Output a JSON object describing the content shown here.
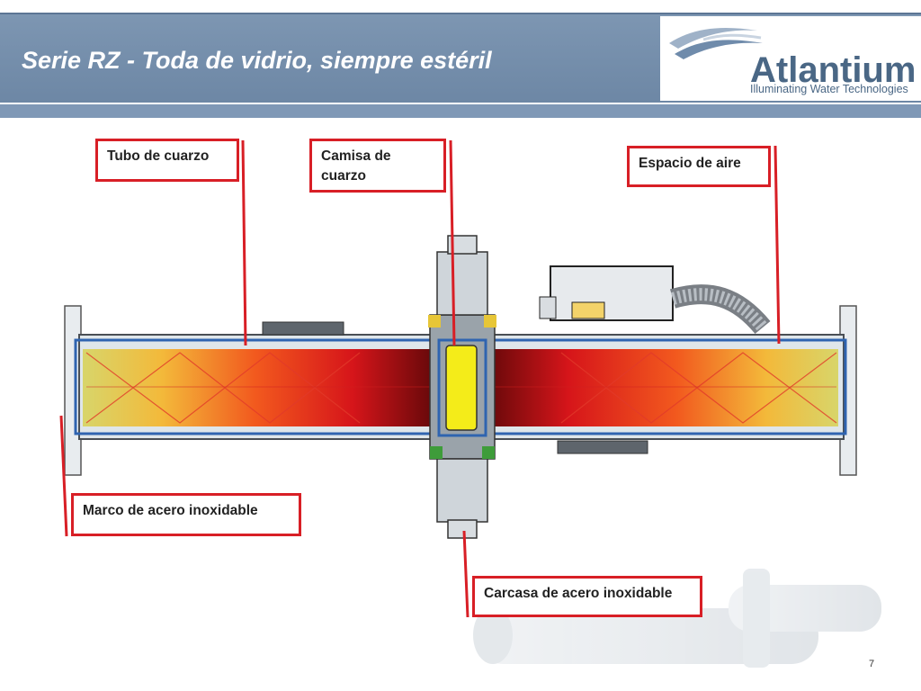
{
  "slide": {
    "title": "Serie RZ - Toda de vidrio, siempre estéril",
    "page_number": "7"
  },
  "logo": {
    "name": "Atlantium",
    "tagline": "Illuminating Water Technologies",
    "icon": "wave-logo-icon",
    "color": "#4a6785"
  },
  "labels": {
    "quartz_tube": "Tubo de cuarzo",
    "quartz_sleeve_line1": "Camisa de",
    "quartz_sleeve_line2": "cuarzo",
    "air_gap": "Espacio de aire",
    "steel_frame": "Marco de acero inoxidable",
    "steel_housing": "Carcasa de acero inoxidable"
  },
  "colors": {
    "header": "#7d96b2",
    "label_border": "#d81f26",
    "lamp": "#f4ec19"
  }
}
